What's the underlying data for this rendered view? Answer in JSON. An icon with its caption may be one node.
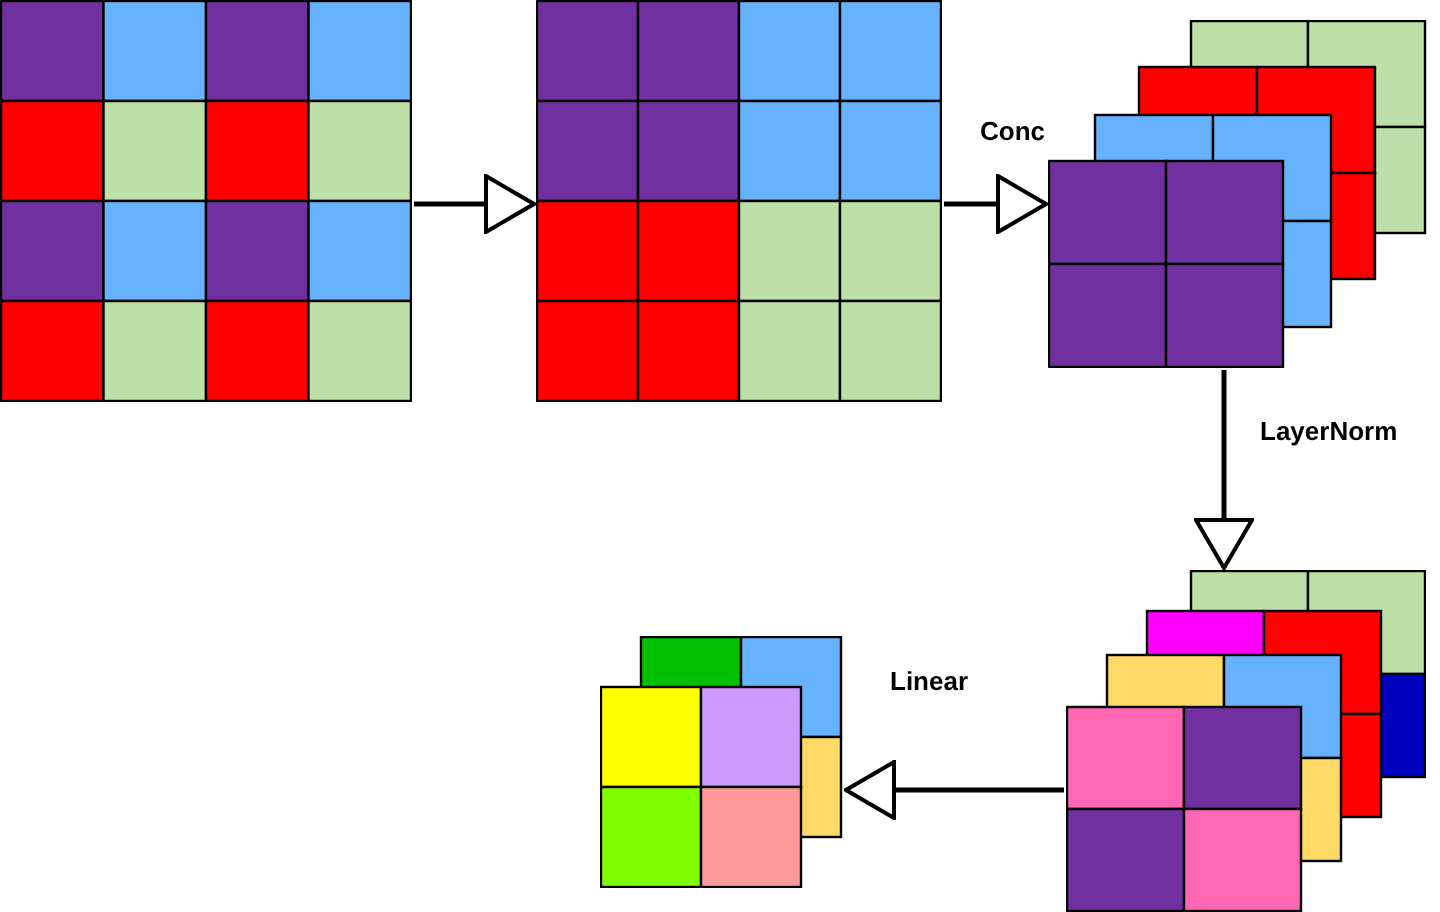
{
  "diagram": {
    "nodes": [
      {
        "text": [],
        "shape": "box"
      },
      {
        "text": [],
        "shape": "box"
      },
      {
        "text": [],
        "shape": "box"
      },
      {
        "text": [],
        "shape": "box"
      },
      {
        "text": [],
        "shape": "box"
      }
    ],
    "edges": [
      {
        "from": 0,
        "to": 1,
        "arrow": "to"
      },
      {
        "from": 1,
        "to": 2,
        "arrow": "to",
        "label": "Conc"
      },
      {
        "from": 2,
        "to": 3,
        "arrow": "to",
        "label": "LayerNorm"
      },
      {
        "from": 3,
        "to": 4,
        "arrow": "to",
        "label": "Linear"
      }
    ]
  }
}
